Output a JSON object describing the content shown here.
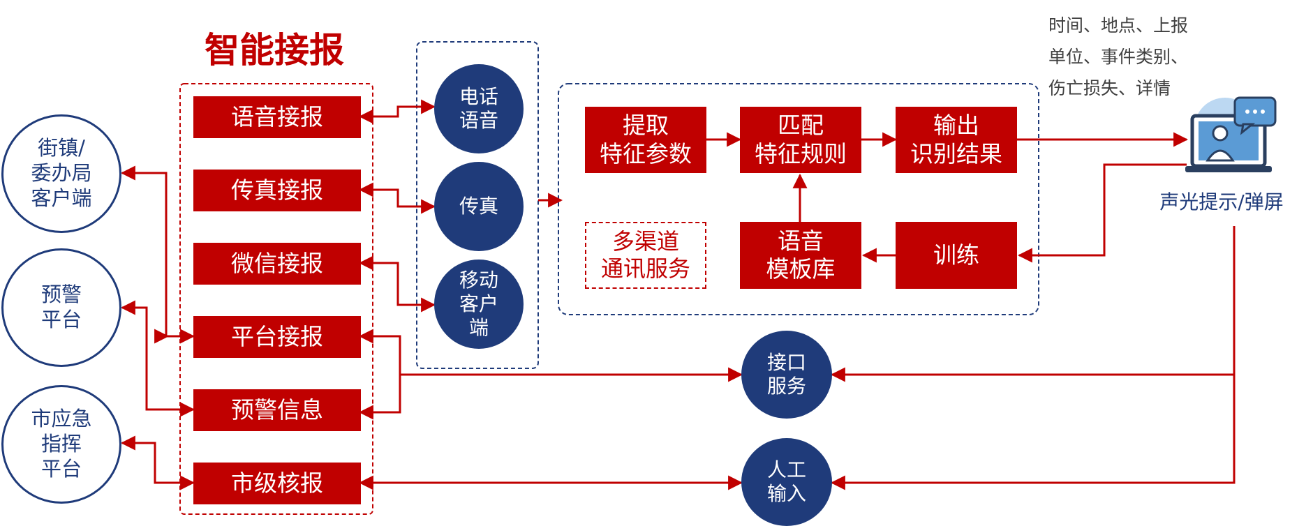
{
  "title": "智能接报",
  "left_clients": [
    "街镇/\n委办局\n客户端",
    "预警\n平台",
    "市应急\n指挥\n平台"
  ],
  "report_channels": [
    "语音接报",
    "传真接报",
    "微信接报",
    "平台接报",
    "预警信息",
    "市级核报"
  ],
  "media": [
    "电话\n语音",
    "传真",
    "移动\n客户\n端"
  ],
  "process": {
    "extract": "提取\n特征参数",
    "match": "匹配\n特征规则",
    "output": "输出\n识别结果",
    "multichannel": "多渠道\n通讯服务",
    "voice_template": "语音\n模板库",
    "train": "训练"
  },
  "services": [
    "接口\n服务",
    "人工\n输入"
  ],
  "output_label": "声光提示/弹屏",
  "info_text": "时间、地点、上报单位、事件类别、伤亡损失、详情",
  "colors": {
    "accent_red": "#c00000",
    "navy": "#1f3b7a",
    "icon_light": "#5b9bd5"
  },
  "icons": {
    "output": "monitor-chat-person-icon"
  }
}
